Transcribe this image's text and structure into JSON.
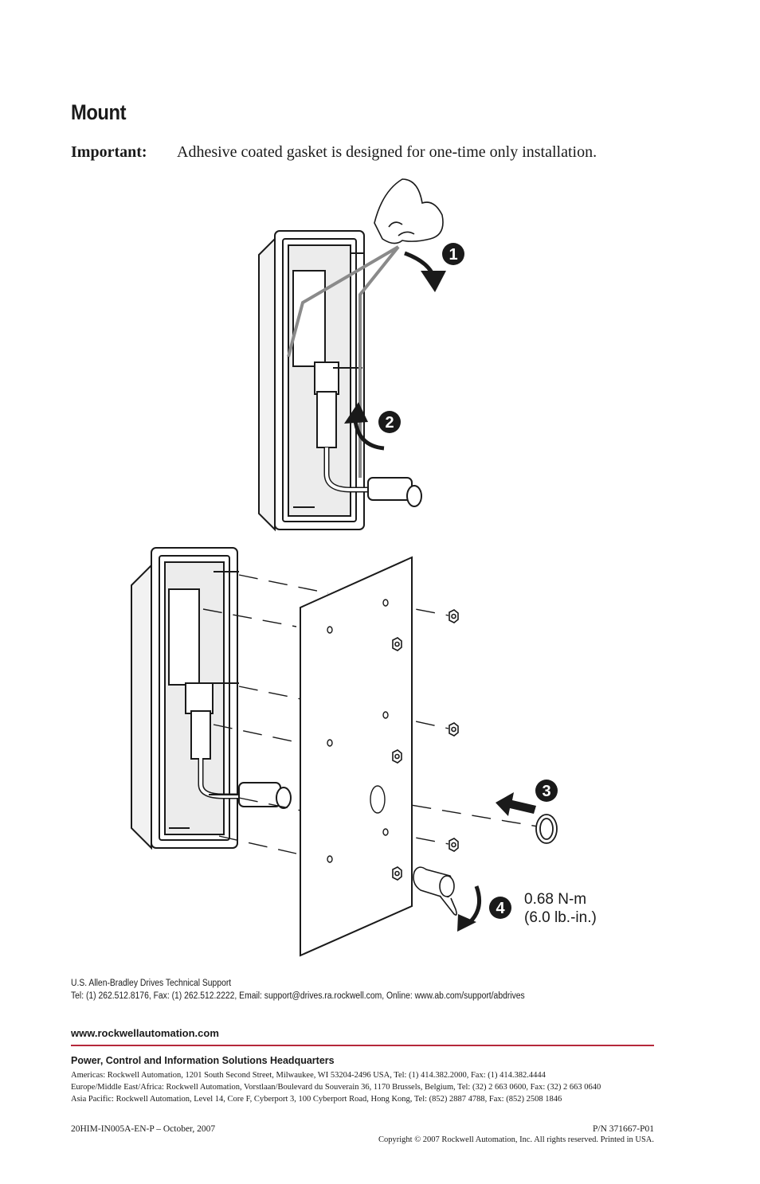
{
  "heading": "Mount",
  "important": {
    "label": "Important:",
    "text": "Adhesive coated gasket is designed for one-time only installation."
  },
  "figure": {
    "steps": [
      "1",
      "2",
      "3",
      "4"
    ],
    "torque_line1": "0.68 N-m",
    "torque_line2": "(6.0 lb.-in.)"
  },
  "support": {
    "line1": "U.S. Allen-Bradley Drives Technical Support",
    "line2": "Tel: (1) 262.512.8176, Fax: (1) 262.512.2222, Email: support@drives.ra.rockwell.com, Online: www.ab.com/support/abdrives"
  },
  "website": "www.rockwellautomation.com",
  "hq_title": "Power, Control and Information Solutions Headquarters",
  "addresses": [
    "Americas: Rockwell Automation, 1201 South Second Street, Milwaukee, WI 53204-2496 USA, Tel: (1) 414.382.2000, Fax: (1)  414.382.4444",
    "Europe/Middle East/Africa: Rockwell Automation, Vorstlaan/Boulevard du Souverain 36, 1170 Brussels, Belgium, Tel: (32) 2 663 0600, Fax: (32) 2 663 0640",
    "Asia Pacific: Rockwell Automation, Level 14, Core F, Cyberport 3, 100 Cyberport Road, Hong Kong, Tel: (852) 2887 4788, Fax: (852) 2508 1846"
  ],
  "publication": "20HIM-IN005A-EN-P – October, 2007",
  "part_number": "P/N 371667-P01",
  "copyright": "Copyright © 2007 Rockwell Automation, Inc. All rights reserved. Printed in USA."
}
